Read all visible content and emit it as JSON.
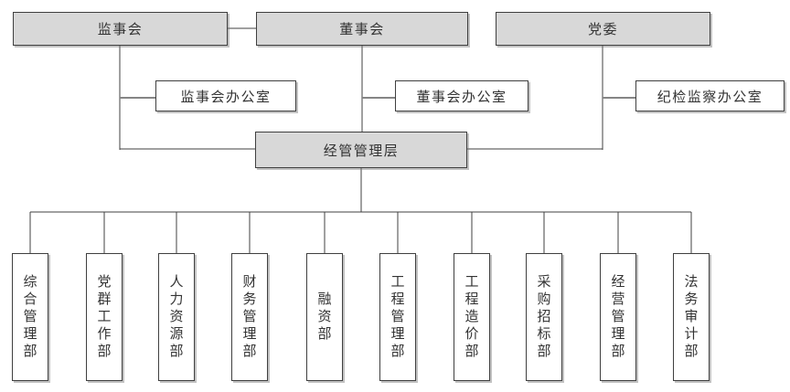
{
  "org": {
    "top_row": [
      {
        "label": "监事会"
      },
      {
        "label": "董事会"
      },
      {
        "label": "党委"
      }
    ],
    "offices": [
      {
        "label": "监事会办公室"
      },
      {
        "label": "董事会办公室"
      },
      {
        "label": "纪检监察办公室"
      }
    ],
    "management": {
      "label": "经管管理层"
    },
    "departments": [
      {
        "label": "综合管理部"
      },
      {
        "label": "党群工作部"
      },
      {
        "label": "人力资源部"
      },
      {
        "label": "财务管理部"
      },
      {
        "label": "融资部"
      },
      {
        "label": "工程管理部"
      },
      {
        "label": "工程造价部"
      },
      {
        "label": "采购招标部"
      },
      {
        "label": "经营管理部"
      },
      {
        "label": "法务审计部"
      }
    ]
  },
  "colors": {
    "background": "#ffffff",
    "node_fill_primary": "#d8d8d8",
    "node_fill_secondary": "#ffffff",
    "node_border": "#3f3f3f",
    "connector_main": "#404040",
    "connector_branch": "#858585",
    "text": "#333333"
  }
}
